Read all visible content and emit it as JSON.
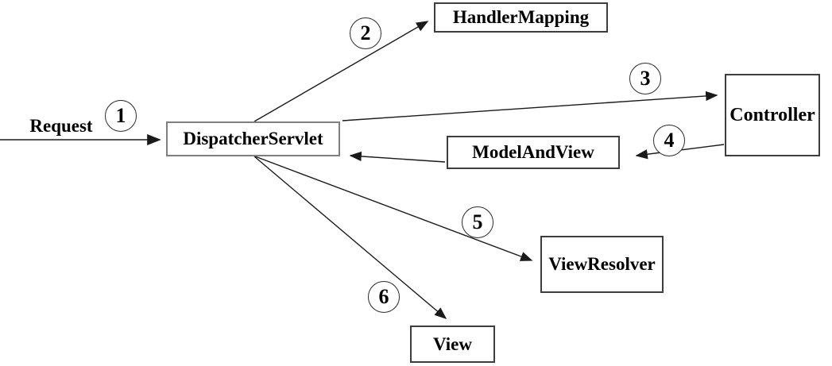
{
  "diagram": {
    "title_hint": "Spring MVC request flow",
    "request_label": "Request",
    "nodes": {
      "dispatcher_servlet": "DispatcherServlet",
      "handler_mapping": "HandlerMapping",
      "controller": "Controller",
      "model_and_view": "ModelAndView",
      "view_resolver": "ViewResolver",
      "view": "View"
    },
    "steps": [
      "1",
      "2",
      "3",
      "4",
      "5",
      "6"
    ],
    "edges": [
      {
        "name": "request-to-dispatcher",
        "step": "1"
      },
      {
        "name": "dispatcher-to-handler-mapping",
        "step": "2"
      },
      {
        "name": "dispatcher-to-controller",
        "step": "3"
      },
      {
        "name": "controller-to-model-and-view",
        "step": "4"
      },
      {
        "name": "model-and-view-to-dispatcher",
        "step": ""
      },
      {
        "name": "dispatcher-to-view-resolver",
        "step": "5"
      },
      {
        "name": "dispatcher-to-view",
        "step": "6"
      }
    ],
    "colors": {
      "background": "#ffffff",
      "line": "#1a1a1a",
      "box_border": "#3d3d3d",
      "dispatcher_box_border": "#7f7f7f",
      "text": "#000000"
    }
  }
}
